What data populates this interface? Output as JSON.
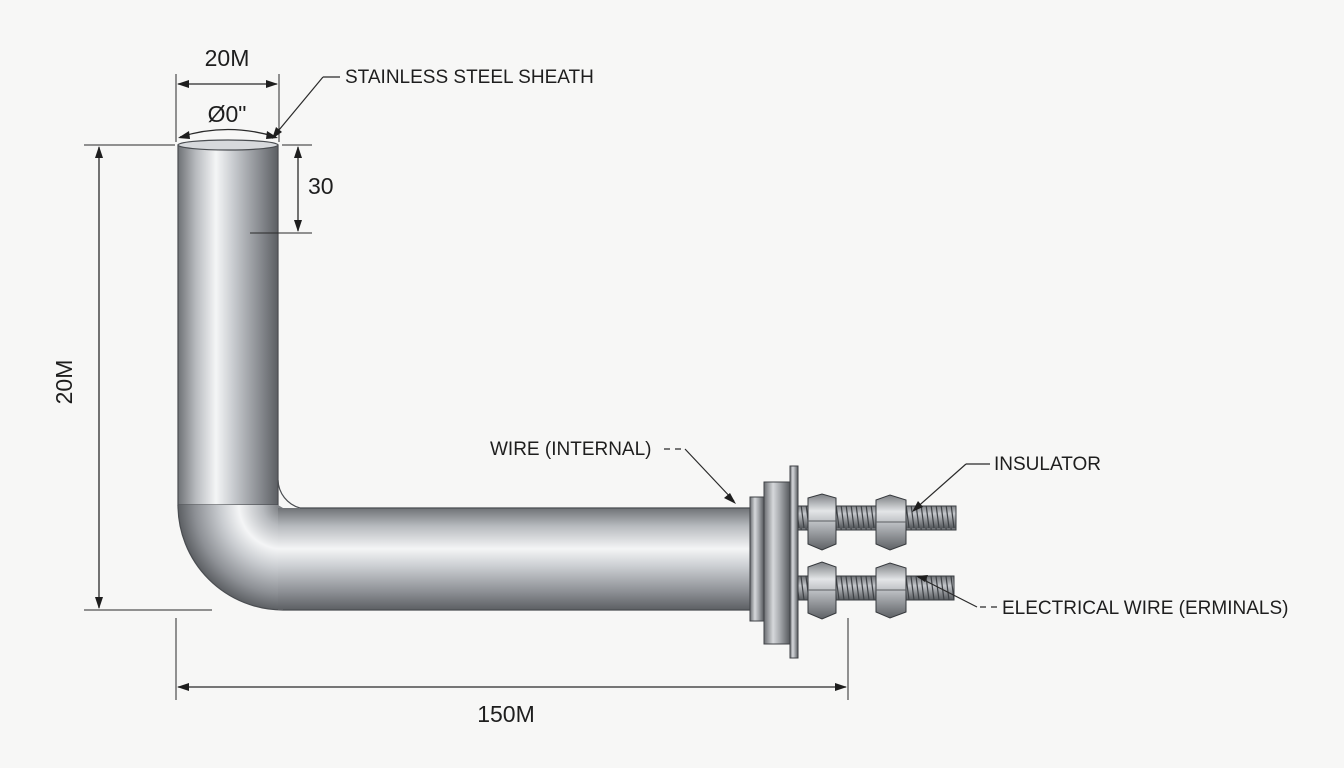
{
  "dimensions": {
    "top_width": "20M",
    "diameter": "Ø0\"",
    "top_offset": "30",
    "height": "20M",
    "length": "150M"
  },
  "callouts": {
    "sheath": "STAINLESS STEEL SHEATH",
    "wire_internal": "WIRE (INTERNAL)",
    "insulator": "INSULATOR",
    "electrical_wire": "ELECTRICAL WIRE (ERMINALS)"
  }
}
